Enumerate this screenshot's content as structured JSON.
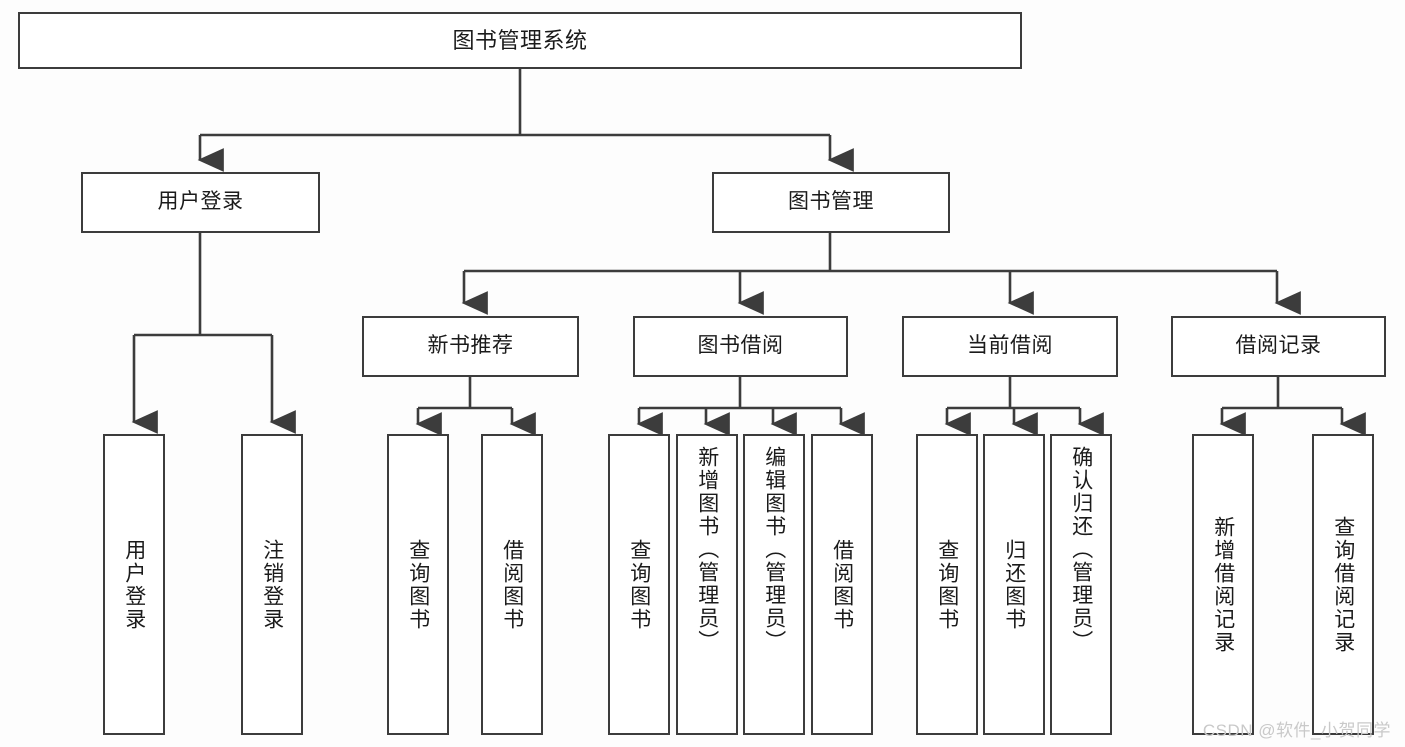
{
  "diagram": {
    "title": "图书管理系统",
    "type": "功能结构图",
    "colors": {
      "background": "#fdfdfd",
      "box_border": "#3c3c3c",
      "box_fill": "#ffffff",
      "text": "#1b1b1b",
      "edge": "#3c3c3c",
      "watermark": "#c9c9c9"
    }
  },
  "root": {
    "label": "图书管理系统"
  },
  "level2": [
    {
      "label": "用户登录"
    },
    {
      "label": "图书管理"
    }
  ],
  "level3": [
    {
      "label": "新书推荐"
    },
    {
      "label": "图书借阅"
    },
    {
      "label": "当前借阅"
    },
    {
      "label": "借阅记录"
    }
  ],
  "leaves": {
    "user_login": [
      {
        "label": "用户登录"
      },
      {
        "label": "注销登录"
      }
    ],
    "new_book_recommend": [
      {
        "label": "查询图书"
      },
      {
        "label": "借阅图书"
      }
    ],
    "book_borrow": [
      {
        "label": "查询图书"
      },
      {
        "label": "新增图书（管理员）"
      },
      {
        "label": "编辑图书（管理员）"
      },
      {
        "label": "借阅图书"
      }
    ],
    "current_borrow": [
      {
        "label": "查询图书"
      },
      {
        "label": "归还图书"
      },
      {
        "label": "确认归还（管理员）"
      }
    ],
    "borrow_record": [
      {
        "label": "新增借阅记录"
      },
      {
        "label": "查询借阅记录"
      }
    ]
  },
  "watermark": {
    "text": "CSDN @软件_小贺同学"
  }
}
